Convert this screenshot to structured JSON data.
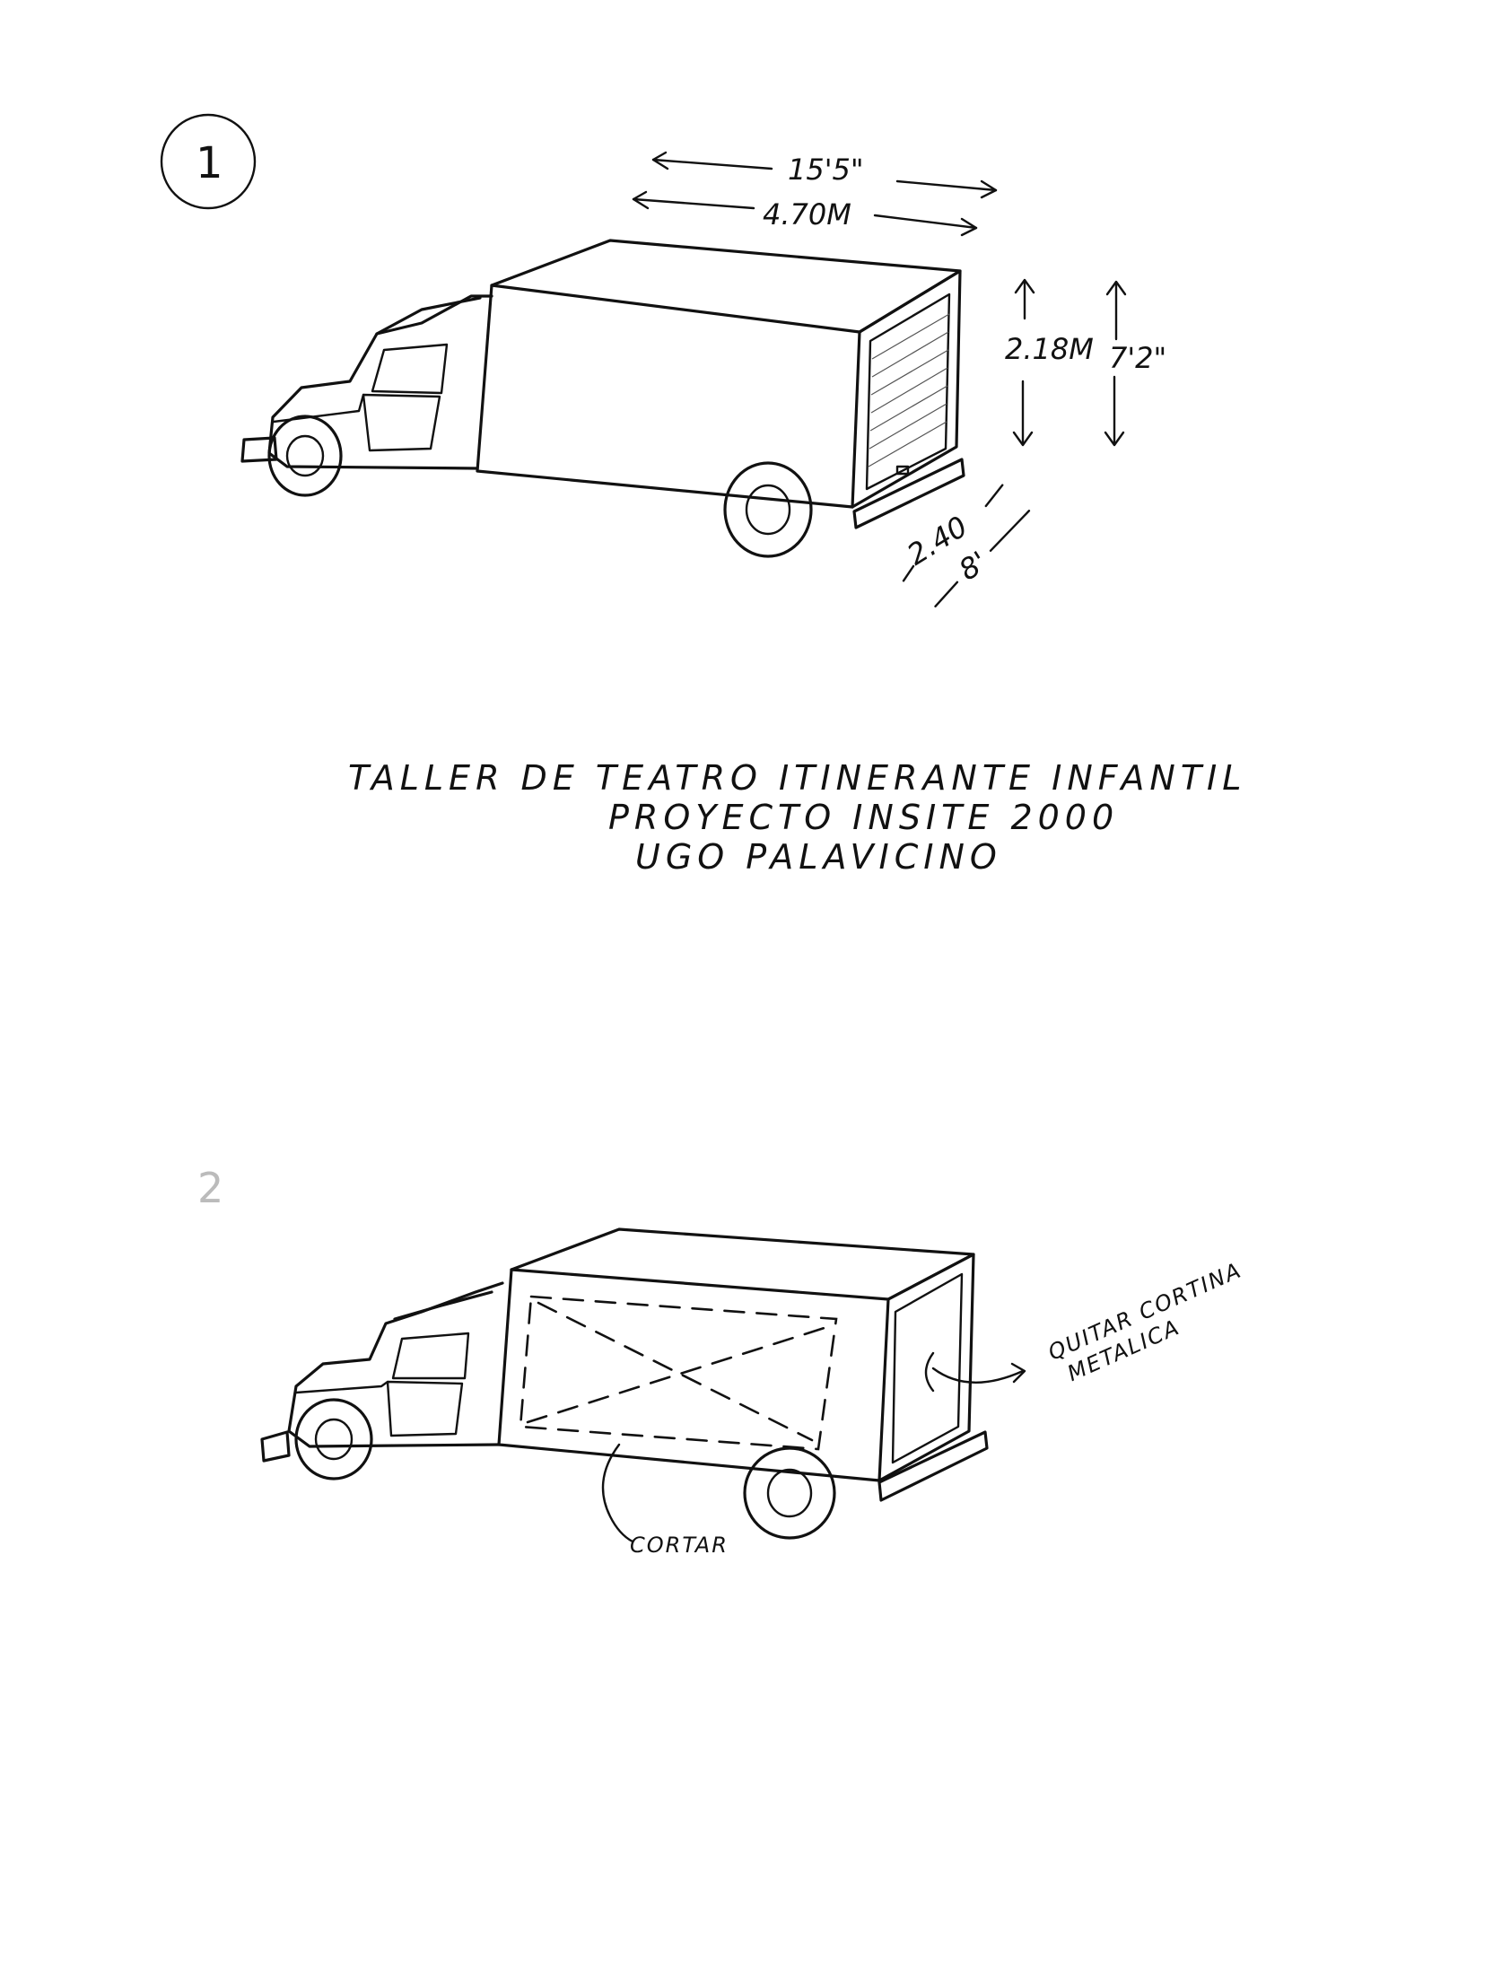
{
  "figure1": {
    "number": "1",
    "length_imperial": "15'5\"",
    "length_metric": "4.70M",
    "height_metric": "2.18M",
    "height_imperial": "7'2\"",
    "width_metric": "2.40",
    "width_imperial": "8'"
  },
  "caption": {
    "line1": "TALLER DE TEATRO ITINERANTE INFANTIL",
    "line2": "PROYECTO INSITE 2000",
    "line3": "UGO PALAVICINO"
  },
  "figure2": {
    "number": "2",
    "note_cut": "CORTAR",
    "note_remove_line1": "QUITAR CORTINA",
    "note_remove_line2": "METALICA"
  },
  "style": {
    "ink": "#111111",
    "paper": "#ffffff"
  }
}
